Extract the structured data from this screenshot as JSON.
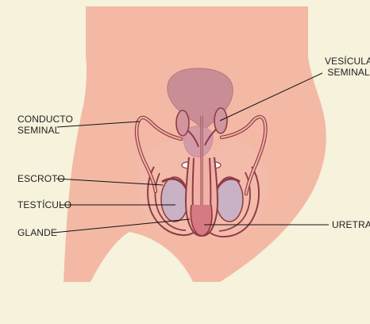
{
  "labels": {
    "conducto_seminal": [
      "CONDUCTO",
      "SEMINAL"
    ],
    "escroto": "ESCROTO",
    "testiculo": "TESTÍCULO",
    "glande": "GLANDE",
    "vesicula_seminal": [
      "VESÍCULA",
      "SEMINAL"
    ],
    "uretra": "URETRA"
  },
  "colors": {
    "background": "#f6f2dc",
    "skin": "#f3b9a5",
    "organ_outline": "#8f3b45",
    "bladder": "#c98d95",
    "testis": "#c9b2c3",
    "prostate": "#d39aa7",
    "leader_line": "#111111"
  }
}
